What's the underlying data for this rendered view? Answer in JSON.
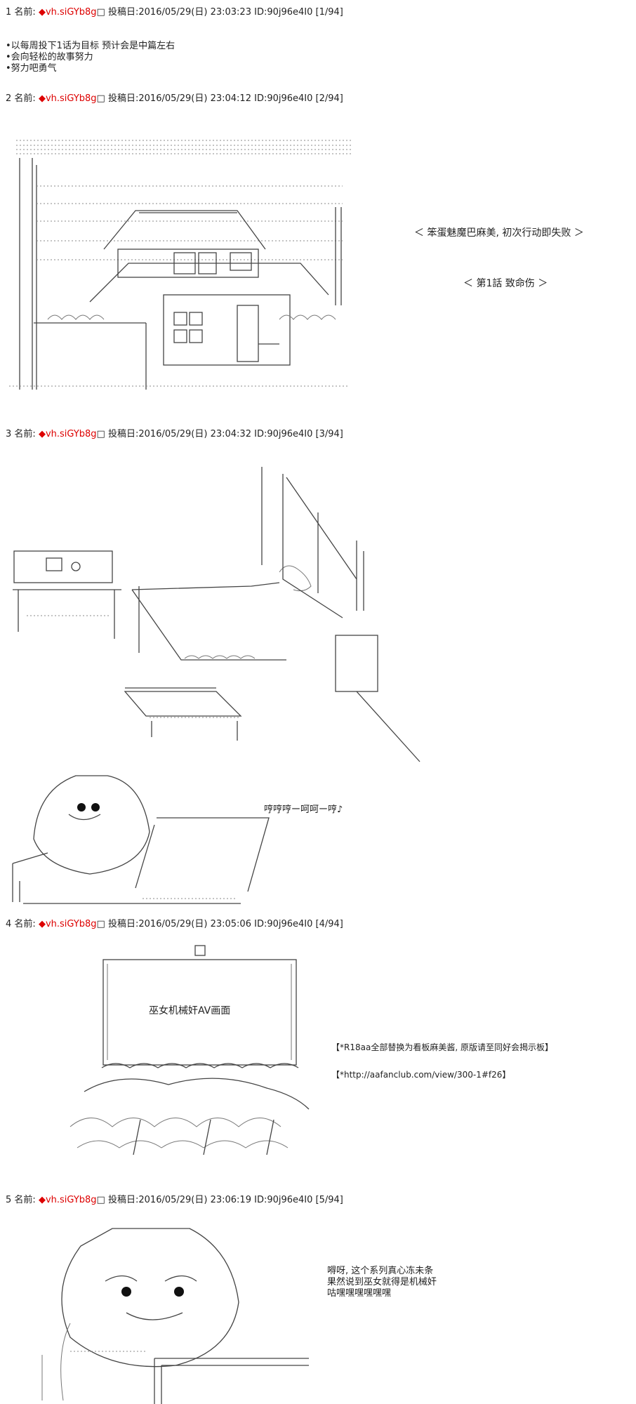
{
  "posts": [
    {
      "num": "1",
      "label": "名前:",
      "trip": "◆vh.siGYb8g",
      "label2": "投稿日:",
      "date": "2016/05/29(日) 23:03:23",
      "id": "ID:90j96e4I0",
      "count": "[1/94]"
    },
    {
      "num": "2",
      "label": "名前:",
      "trip": "◆vh.siGYb8g",
      "label2": "投稿日:",
      "date": "2016/05/29(日) 23:04:12",
      "id": "ID:90j96e4I0",
      "count": "[2/94]"
    },
    {
      "num": "3",
      "label": "名前:",
      "trip": "◆vh.siGYb8g",
      "label2": "投稿日:",
      "date": "2016/05/29(日) 23:04:32",
      "id": "ID:90j96e4I0",
      "count": "[3/94]"
    },
    {
      "num": "4",
      "label": "名前:",
      "trip": "◆vh.siGYb8g",
      "label2": "投稿日:",
      "date": "2016/05/29(日) 23:05:06",
      "id": "ID:90j96e4I0",
      "count": "[4/94]"
    },
    {
      "num": "5",
      "label": "名前:",
      "trip": "◆vh.siGYb8g",
      "label2": "投稿日:",
      "date": "2016/05/29(日) 23:06:19",
      "id": "ID:90j96e4I0",
      "count": "[5/94]"
    }
  ],
  "post1_lines": [
    "•以每周投下1话为目标   预计会是中篇左右",
    "•会向轻松的故事努力",
    "•努力吧勇气"
  ],
  "post2": {
    "title": "＜  笨蛋魅魔巴麻美, 初次行动即失败  ＞",
    "subtitle": "＜  第1話  致命伤  ＞"
  },
  "post3": {
    "hum": "哼哼哼ー呵呵ー哼♪"
  },
  "post4": {
    "screen": "巫女机械奸AV画面",
    "note1": "【*R18aa全部替换为看板麻美酱, 原版请至同好会揭示板】",
    "note2": "【*http://aafanclub.com/view/300-1#f26】"
  },
  "post5_lines": [
    "嘚呀, 这个系列真心冻未条",
    "果然说到巫女就得是机械奸",
    "咕嘿嘿嘿嘿嘿嘿"
  ],
  "colors": {
    "trip": "#dd0000",
    "text": "#222222"
  }
}
